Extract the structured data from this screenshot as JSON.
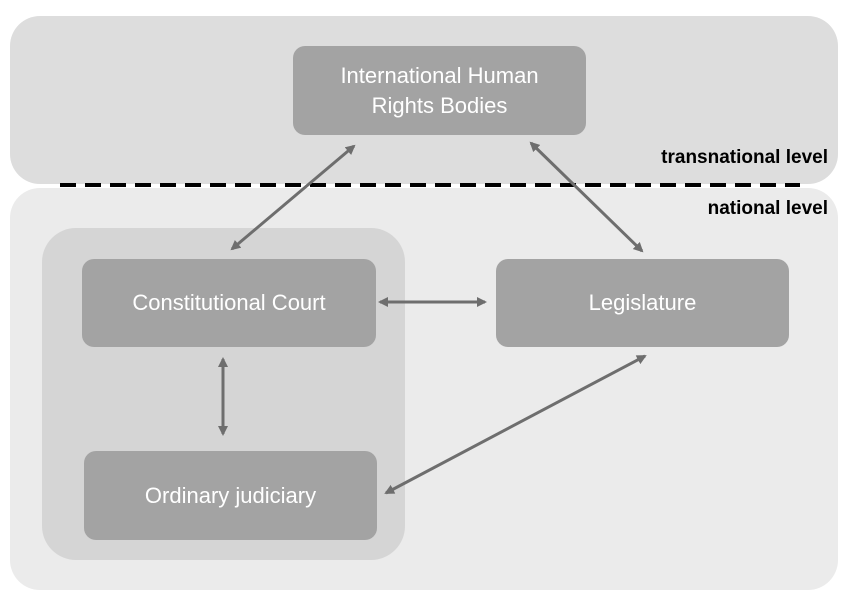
{
  "levels": {
    "transnational": "transnational level",
    "national": "national level"
  },
  "nodes": {
    "ihrb": "International Human Rights Bodies",
    "constitutional_court": "Constitutional Court",
    "legislature": "Legislature",
    "ordinary_judiciary": "Ordinary judiciary"
  },
  "colors": {
    "transnational_panel": "#dddddd",
    "national_panel": "#ebebeb",
    "judiciary_group": "#d5d5d5",
    "node_fill": "#a3a3a3",
    "node_text": "#ffffff",
    "arrow": "#6e6e6e",
    "divider": "#000000"
  },
  "connections": [
    {
      "from": "ihrb",
      "to": "constitutional_court",
      "direction": "bidirectional"
    },
    {
      "from": "ihrb",
      "to": "legislature",
      "direction": "bidirectional"
    },
    {
      "from": "constitutional_court",
      "to": "legislature",
      "direction": "bidirectional"
    },
    {
      "from": "constitutional_court",
      "to": "ordinary_judiciary",
      "direction": "bidirectional"
    },
    {
      "from": "ordinary_judiciary",
      "to": "legislature",
      "direction": "bidirectional"
    }
  ]
}
